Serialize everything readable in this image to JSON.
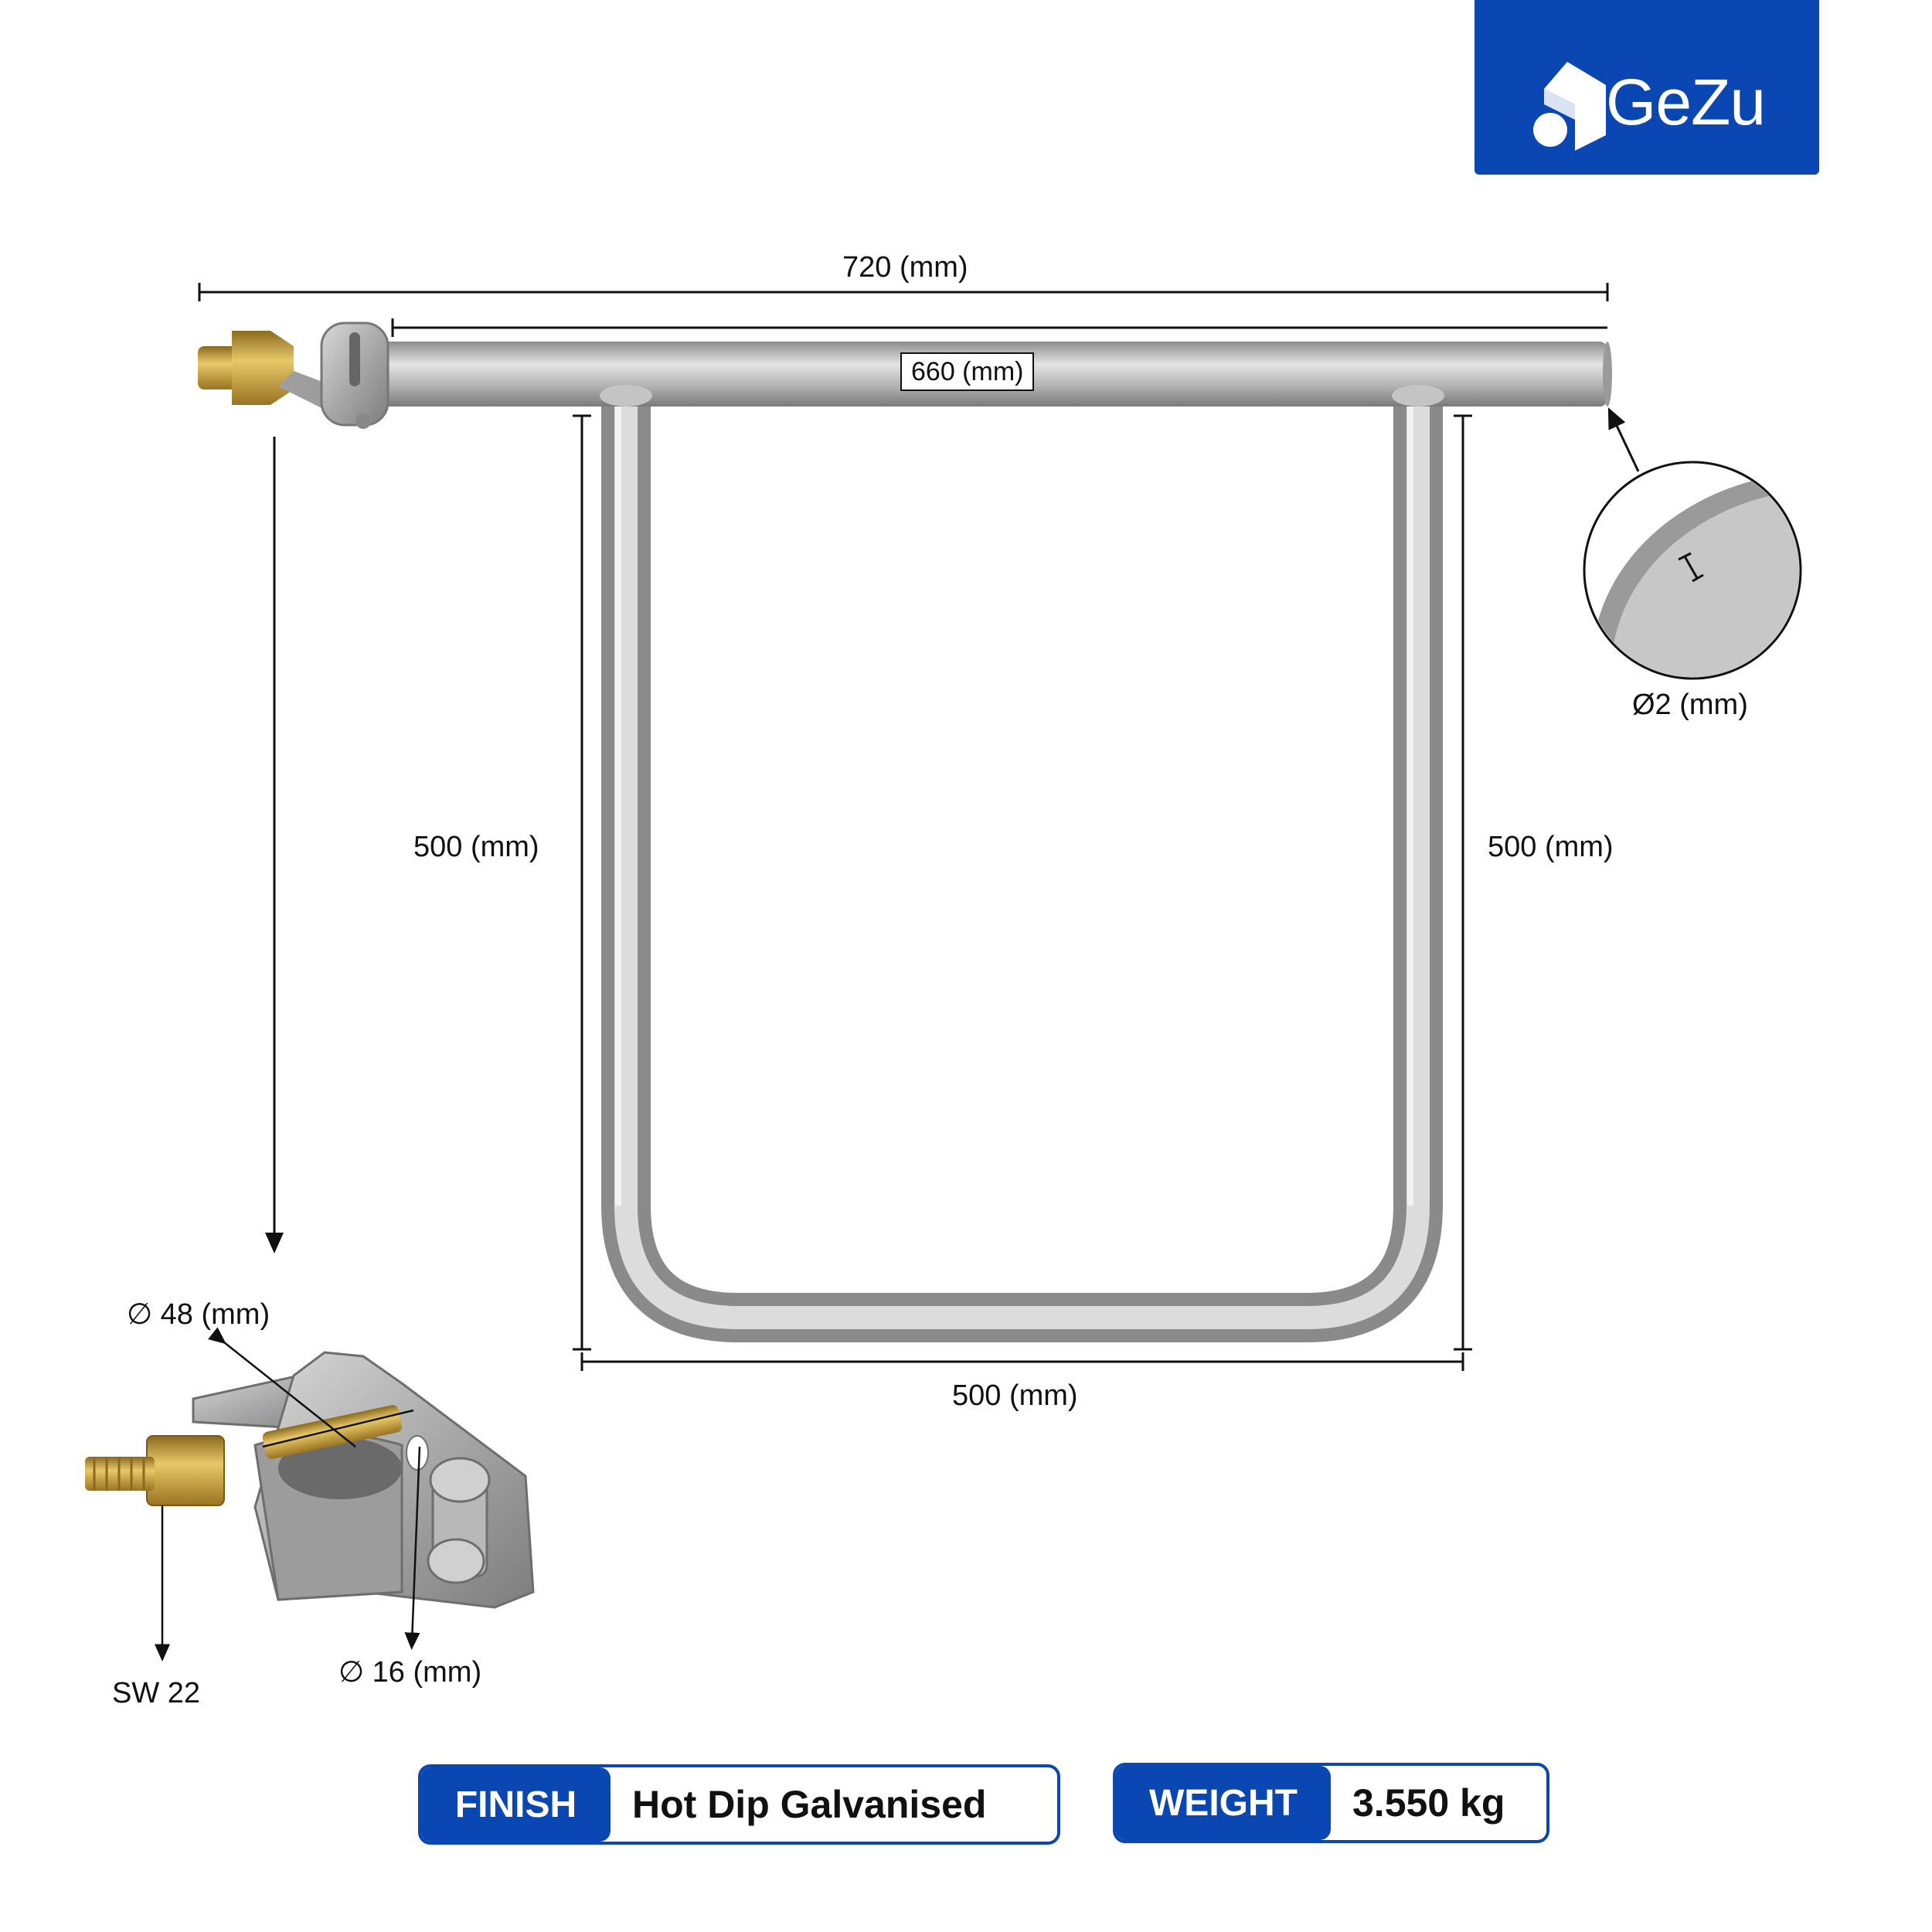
{
  "brand": {
    "name": "GeZu",
    "color": "#0b47b2"
  },
  "dimensions": {
    "overall_length": "720 (mm)",
    "inner_length": "660 (mm)",
    "left_height": "500 (mm)",
    "right_height": "500 (mm)",
    "bottom_width": "500 (mm)",
    "wall_thickness": "Ø2 (mm)",
    "clamp_diameter": "∅ 48 (mm)",
    "bolt_diameter": "∅ 16 (mm)",
    "wrench_size": "SW 22"
  },
  "specs": {
    "finish_label": "FINISH",
    "finish_value": "Hot Dip Galvanised",
    "weight_label": "WEIGHT",
    "weight_value": "3.550 kg"
  },
  "colors": {
    "steel": "#b9b9b9",
    "brass": "#c9a23a"
  }
}
